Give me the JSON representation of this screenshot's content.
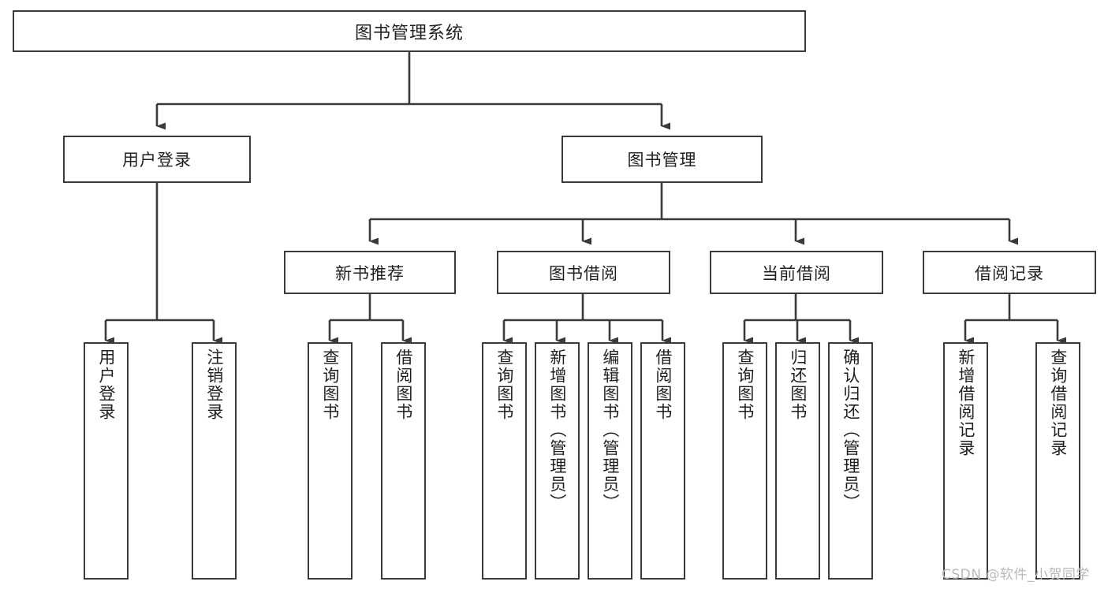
{
  "diagram": {
    "title": "图书管理系统",
    "type": "tree-hierarchy",
    "root": {
      "label": "图书管理系统"
    },
    "level1": [
      {
        "label": "用户登录"
      },
      {
        "label": "图书管理"
      }
    ],
    "level2": [
      {
        "label": "新书推荐"
      },
      {
        "label": "图书借阅"
      },
      {
        "label": "当前借阅"
      },
      {
        "label": "借阅记录"
      }
    ],
    "leaves": {
      "user_login": [
        {
          "label": "用户登录"
        },
        {
          "label": "注销登录"
        }
      ],
      "new_book_recommend": [
        {
          "label": "查询图书"
        },
        {
          "label": "借阅图书"
        }
      ],
      "book_borrow": [
        {
          "label": "查询图书"
        },
        {
          "label": "新增图书（管理员）"
        },
        {
          "label": "编辑图书（管理员）"
        },
        {
          "label": "借阅图书"
        }
      ],
      "current_borrow": [
        {
          "label": "查询图书"
        },
        {
          "label": "归还图书"
        },
        {
          "label": "确认归还（管理员）"
        }
      ],
      "borrow_record": [
        {
          "label": "新增借阅记录"
        },
        {
          "label": "查询借阅记录"
        }
      ]
    }
  },
  "watermark": {
    "text": "CSDN @软件_小贺同学"
  },
  "colors": {
    "stroke": "#3a3a3a",
    "text": "#1f1f1f",
    "background": "#ffffff",
    "watermark": "#b9b9b9"
  }
}
